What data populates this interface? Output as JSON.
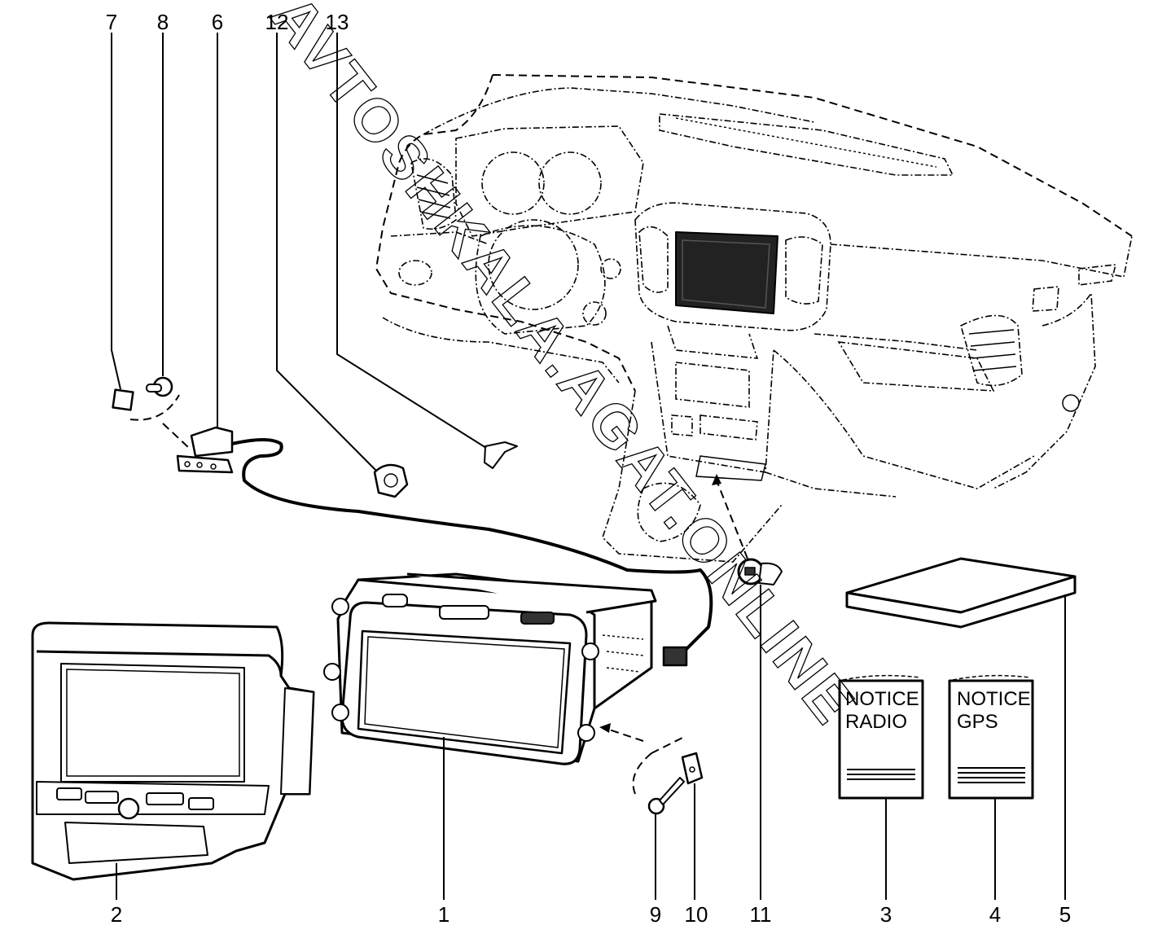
{
  "diagram": {
    "type": "exploded parts diagram",
    "subject": "Dashboard multimedia / navigation head unit assembly",
    "watermark": "AVTOSHKALA.AGAT.ONLINE",
    "callouts": [
      {
        "id": "1",
        "label": "1",
        "part": "head-unit-radio-display"
      },
      {
        "id": "2",
        "label": "2",
        "part": "display-front-bezel-panel"
      },
      {
        "id": "3",
        "label": "3",
        "part": "radio-notice-booklet"
      },
      {
        "id": "4",
        "label": "4",
        "part": "gps-notice-booklet"
      },
      {
        "id": "5",
        "label": "5",
        "part": "map-card-box"
      },
      {
        "id": "6",
        "label": "6",
        "part": "module-with-bracket-and-cable"
      },
      {
        "id": "7",
        "label": "7",
        "part": "clip-nut"
      },
      {
        "id": "8",
        "label": "8",
        "part": "bolt"
      },
      {
        "id": "9",
        "label": "9",
        "part": "screw"
      },
      {
        "id": "10",
        "label": "10",
        "part": "clip"
      },
      {
        "id": "11",
        "label": "11",
        "part": "usb-aux-socket"
      },
      {
        "id": "12",
        "label": "12",
        "part": "cable-connector"
      },
      {
        "id": "13",
        "label": "13",
        "part": "retaining-clip"
      }
    ],
    "booklets": [
      {
        "line1": "NOTICE",
        "line2": "RADIO"
      },
      {
        "line1": "NOTICE",
        "line2": "GPS"
      }
    ]
  }
}
